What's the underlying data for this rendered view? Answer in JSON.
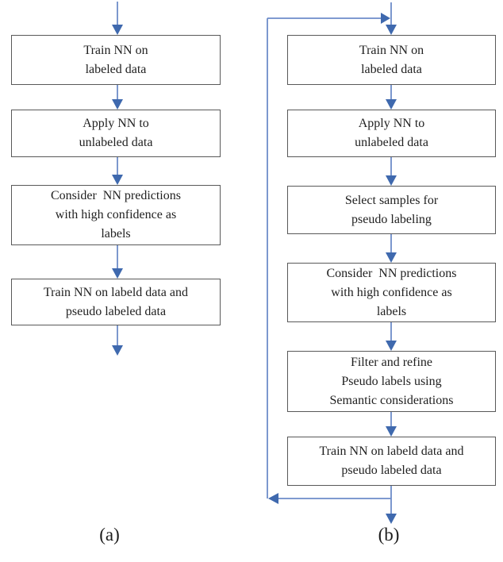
{
  "colors": {
    "arrow_line": "#6d8cc9",
    "arrow_head": "#3f69ae",
    "box_border": "#595959",
    "text": "#212121",
    "background": "#ffffff"
  },
  "diagram_a": {
    "caption": "(a)",
    "boxes": [
      {
        "text": "Train NN on\nlabeled data"
      },
      {
        "text": "Apply NN to\nunlabeled data"
      },
      {
        "text": "Consider  NN predictions\nwith high confidence as\nlabels"
      },
      {
        "text": "Train NN on labeld data and\npseudo labeled data"
      }
    ]
  },
  "diagram_b": {
    "caption": "(b)",
    "boxes": [
      {
        "text": "Train NN on\nlabeled data"
      },
      {
        "text": "Apply NN to\nunlabeled data"
      },
      {
        "text": "Select samples for\npseudo labeling"
      },
      {
        "text": "Consider  NN predictions\nwith high confidence as\nlabels"
      },
      {
        "text": "Filter and refine\nPseudo labels using\nSemantic considerations"
      },
      {
        "text": "Train NN on labeld data and\npseudo labeled data"
      }
    ]
  }
}
